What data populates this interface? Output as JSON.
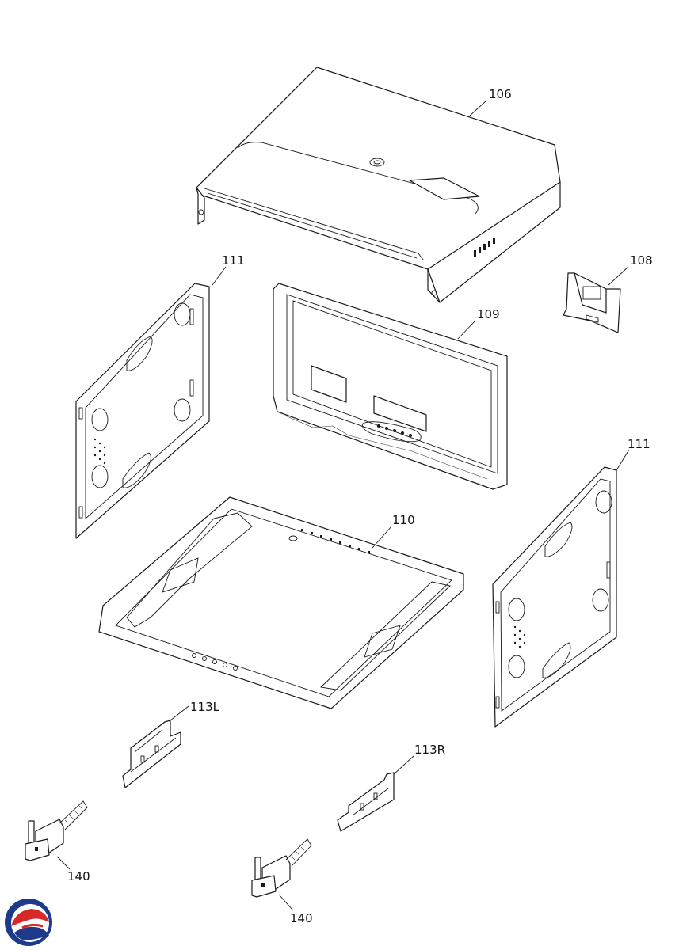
{
  "callouts": {
    "top_cover": "106",
    "bracket": "108",
    "back_frame": "109",
    "bottom_frame": "110",
    "side_left": "111",
    "side_right": "111",
    "rail_left": "113L",
    "rail_right": "113R",
    "hinge_left": "140",
    "hinge_right": "140"
  },
  "colors": {
    "line": "#1a1a1a",
    "logo_blue": "#1e3a8a",
    "logo_red": "#d62828"
  }
}
